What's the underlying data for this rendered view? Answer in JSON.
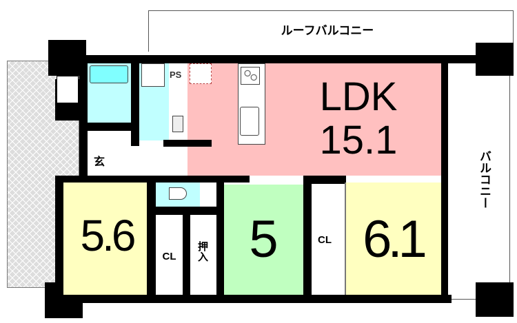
{
  "rooms": {
    "ldk": {
      "name": "LDK",
      "size": "15.1",
      "color": "#ffc0c0"
    },
    "western1": {
      "size": "5.6",
      "color": "#ffffc0"
    },
    "western2": {
      "size": "5",
      "color": "#c0ffc0"
    },
    "western3": {
      "size": "6.1",
      "color": "#ffffc0"
    },
    "entrance": {
      "name": "玄"
    },
    "closet1": {
      "name": "CL"
    },
    "closet2": {
      "name": "CL"
    },
    "oshiire": {
      "name": "押入"
    },
    "ps": {
      "name": "PS"
    },
    "wet_color": "#c0ffff"
  },
  "balconies": {
    "roof": "ルーフバルコニー",
    "side": "バルコニー"
  }
}
